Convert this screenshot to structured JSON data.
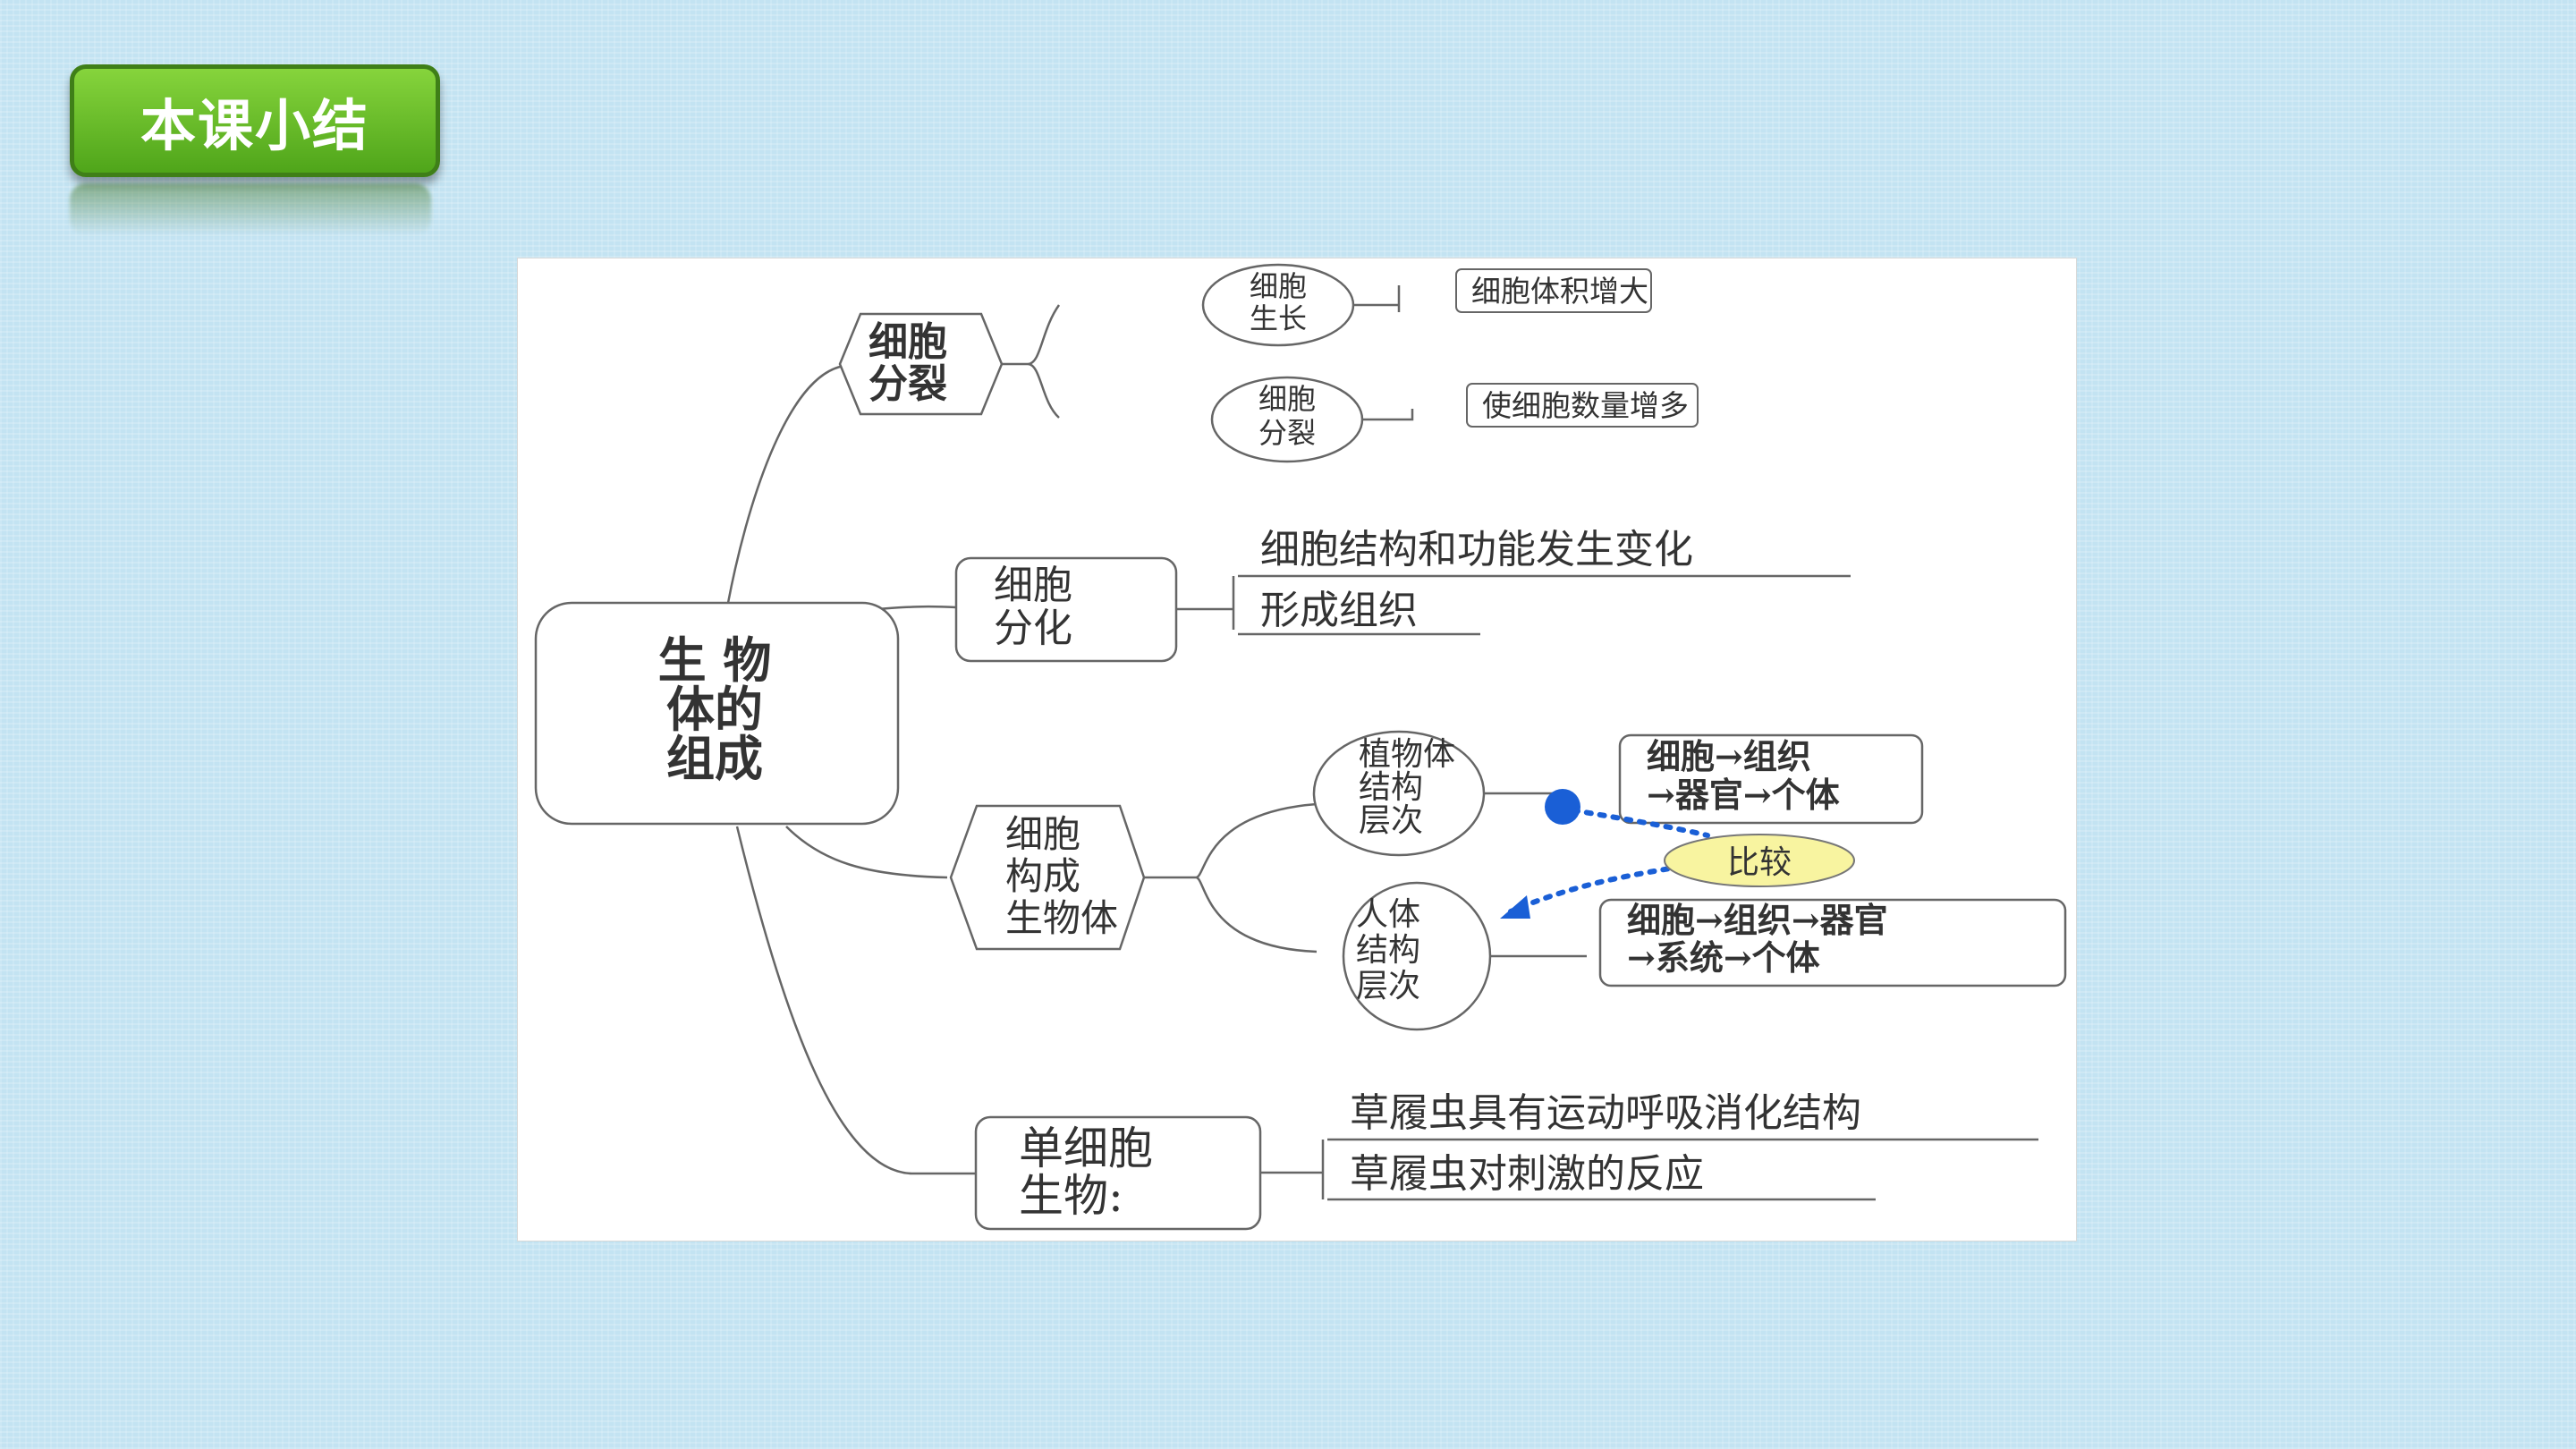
{
  "header": {
    "title": "本课小结"
  },
  "root": {
    "line1": "生 物",
    "line2": "体的",
    "line3": "组成"
  },
  "branch1": {
    "line1": "细胞",
    "line2": "分裂",
    "sub1": {
      "line1": "细胞",
      "line2": "生长",
      "desc": "细胞体积增大"
    },
    "sub2": {
      "line1": "细胞",
      "line2": "分裂",
      "desc": "使细胞数量增多"
    }
  },
  "branch2": {
    "line1": "细胞",
    "line2": "分化",
    "desc1": "细胞结构和功能发生变化",
    "desc2": "形成组织"
  },
  "branch3": {
    "line1": "细胞",
    "line2": "构成",
    "line3": "生物体",
    "plant": {
      "line1": "植物体",
      "line2": "结构",
      "line3": "层次",
      "desc1": "细胞→组织",
      "desc2": "→器官→个体"
    },
    "compare": "比较",
    "human": {
      "line1": "人体",
      "line2": "结构",
      "line3": "层次",
      "desc1": "细胞→组织→器官",
      "desc2": "→系统→个体"
    }
  },
  "branch4": {
    "line1": "单细胞",
    "line2": "生物:",
    "desc1": "草履虫具有运动呼吸消化结构",
    "desc2": "草履虫对刺激的反应"
  },
  "colors": {
    "badge": "#5cb524",
    "compare_fill": "#f8f4a0",
    "dot": "#1a5fd6",
    "background": "#c3e3f2"
  }
}
